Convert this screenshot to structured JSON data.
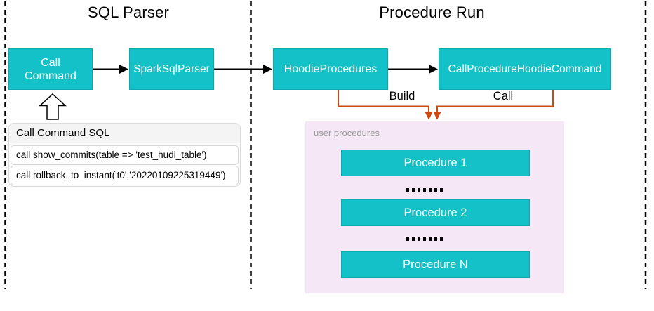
{
  "colors": {
    "teal": "#14C1C8",
    "tealBorder": "#0FA9B1",
    "orange": "#CC4A10",
    "lavender": "#F5E7F6",
    "grayLabel": "#999999"
  },
  "lanes": {
    "sql_parser": {
      "title": "SQL Parser"
    },
    "procedure_run": {
      "title": "Procedure Run"
    }
  },
  "nodes": {
    "call_command": {
      "lines": [
        "Call",
        "Command"
      ]
    },
    "spark_sql_parser": {
      "label": "SparkSqlParser"
    },
    "hoodie_procedures": {
      "label": "HoodieProcedures"
    },
    "call_procedure_hoodie_command": {
      "label": "CallProcedureHoodieCommand"
    }
  },
  "edges": {
    "build_label": "Build",
    "call_label": "Call"
  },
  "sql_box": {
    "header": "Call Command SQL",
    "rows": [
      "call show_commits(table => 'test_hudi_table')",
      "call rollback_to_instant('t0','20220109225319449')"
    ]
  },
  "user_procedures": {
    "label": "user procedures",
    "items": [
      "Procedure 1",
      "Procedure 2",
      "Procedure N"
    ]
  }
}
